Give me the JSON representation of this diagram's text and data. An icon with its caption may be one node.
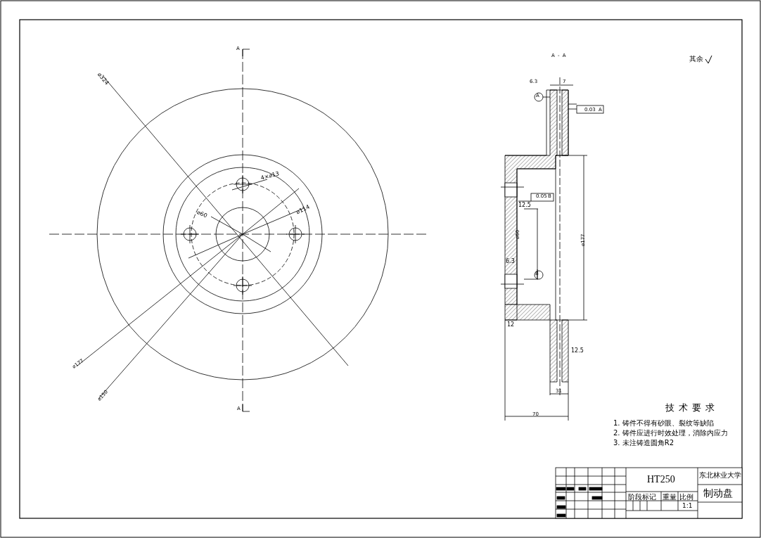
{
  "diagram": {
    "title": "技术要求",
    "labels": [
      "A",
      "A - A",
      "其余",
      "⌀324",
      "6.3",
      "7",
      "A",
      "0.03",
      "A",
      "4×⌀13",
      "⌀60",
      "⌀114",
      "0.05",
      "B",
      "12.5",
      "⌀60",
      "⌀177",
      "6.3",
      "B",
      "⌀177",
      "⌀150",
      "12",
      "12.5",
      "31",
      "A",
      "70",
      "1. 铸件不得有砂眼、裂纹等缺陷",
      "2. 铸件应进行时效处理，消除内应力",
      "3. 未注铸造圆角R2",
      "HT250",
      "东北林业大学",
      "制动盘",
      "阶段标记",
      "重量",
      "比例",
      "1:1"
    ]
  }
}
